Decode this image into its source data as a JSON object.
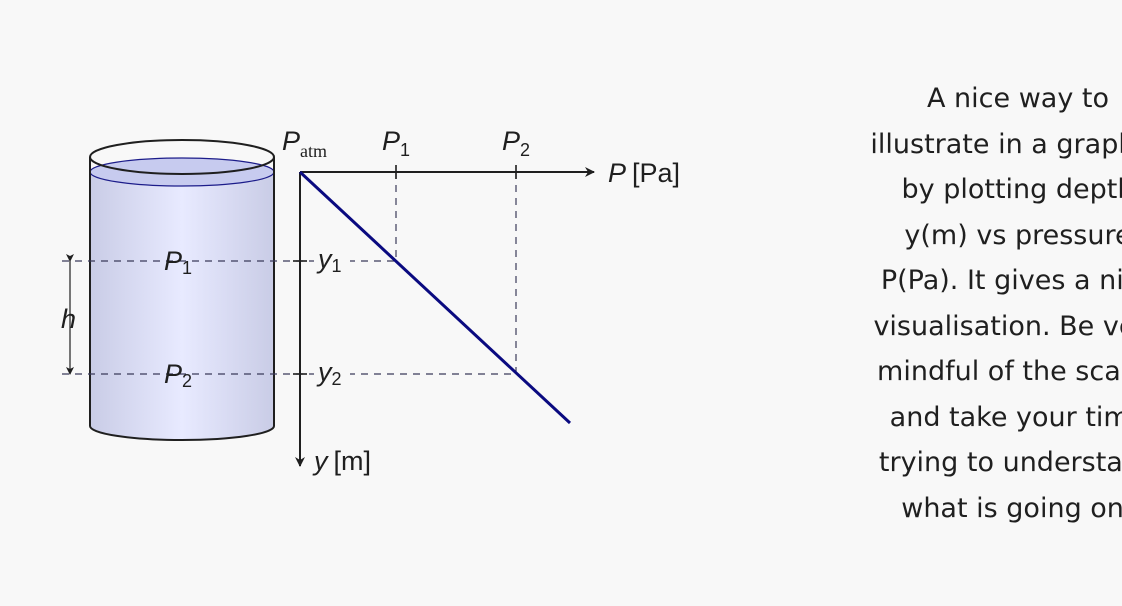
{
  "diagram": {
    "labels": {
      "P_atm_main": "P",
      "P_atm_sub": "atm",
      "P1_top_main": "P",
      "P1_top_sub": "1",
      "P2_top_main": "P",
      "P2_top_sub": "2",
      "xaxis_main": "P",
      "xaxis_unit": "[Pa]",
      "yaxis_main": "y",
      "yaxis_unit": "[m]",
      "y1_main": "y",
      "y1_sub": "1",
      "y2_main": "y",
      "y2_sub": "2",
      "P1_cyl_main": "P",
      "P1_cyl_sub": "1",
      "P2_cyl_main": "P",
      "P2_cyl_sub": "2",
      "h": "h"
    },
    "colors": {
      "line": "#0a0a80",
      "water": "#dcdff5",
      "ink": "#1f1f1f"
    }
  },
  "description": {
    "lines": [
      "A nice way to",
      "illustrate in a graph is",
      "by plotting depth",
      "y(m) vs pressure",
      "P(Pa). It gives a nice",
      "visualisation. Be very",
      "mindful of the scales",
      "and take your time",
      "trying to understand",
      "what is going on!"
    ]
  }
}
